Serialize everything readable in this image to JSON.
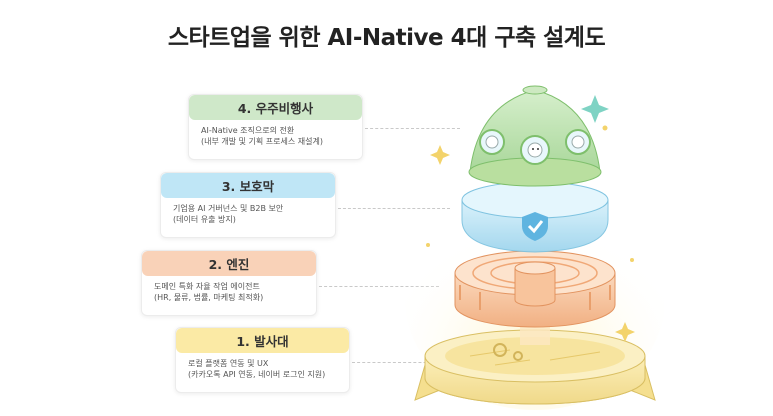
{
  "title": "스타트업을 위한 AI-Native 4대 구축 설계도",
  "layers": [
    {
      "heading": "4. 우주비행사",
      "lines": [
        "AI-Native 조직으로의 전환",
        "(내부 개발 및 기획 프로세스 재설계)"
      ],
      "color": "#cfe8c9"
    },
    {
      "heading": "3. 보호막",
      "lines": [
        "기업용 AI 거버넌스 및 B2B 보안",
        "(데이터 유출 방지)"
      ],
      "color": "#bfe6f6"
    },
    {
      "heading": "2. 엔진",
      "lines": [
        "도메인 특화 자율 작업 에이전트",
        "(HR, 물류, 법률, 마케팅 최적화)"
      ],
      "color": "#f9d2b8"
    },
    {
      "heading": "1. 발사대",
      "lines": [
        "로컬 플랫폼 연동 및 UX",
        "(카카오톡 API 연동, 네이버 로그인 지원)"
      ],
      "color": "#fbeaa5"
    }
  ],
  "colors": {
    "capsule": "#bfe3b4",
    "shield": "#bfe6f6",
    "engine": "#f7c7a0",
    "launchpad": "#f8e8a6",
    "sparkle": "#f3d36b",
    "star_teal": "#7fd3c4"
  },
  "icons": [
    "rocket-capsule-icon",
    "shield-check-icon",
    "gear-icon",
    "sparkle-icon"
  ]
}
